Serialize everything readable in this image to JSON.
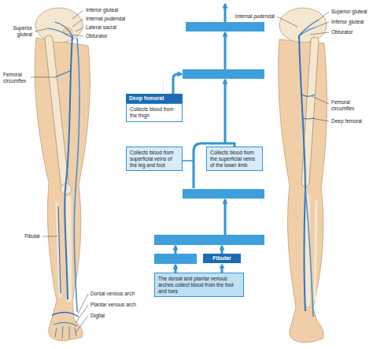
{
  "diagram": {
    "nodes": [
      {
        "text": [
          "Deep femoral",
          "Collects blood from the thigh"
        ]
      },
      {
        "text": [
          "Collects blood from superficial veins of the leg and foot"
        ]
      },
      {
        "text": [
          "Collects blood from the superficial veins of the lower limb"
        ]
      },
      {
        "text": [
          "Fibular"
        ]
      },
      {
        "text": [
          "The dorsal and plantar venous arches collect blood from the foot and toes"
        ]
      }
    ],
    "edges": [
      {
        "from": 4,
        "to": 3,
        "arrow": "to"
      }
    ],
    "labels": [
      "Superior gluteal",
      "Inferior gluteal",
      "Internal pudendal",
      "Lateral sacral",
      "Obturator",
      "Femoral circumflex",
      "Fibular",
      "Dorsal venous arch",
      "Plantar venous arch",
      "Digital",
      "Superior gluteal",
      "Internal pudendal",
      "Inferior gluteal",
      "Obturator",
      "Femoral circumflex",
      "Deep femoral"
    ]
  }
}
